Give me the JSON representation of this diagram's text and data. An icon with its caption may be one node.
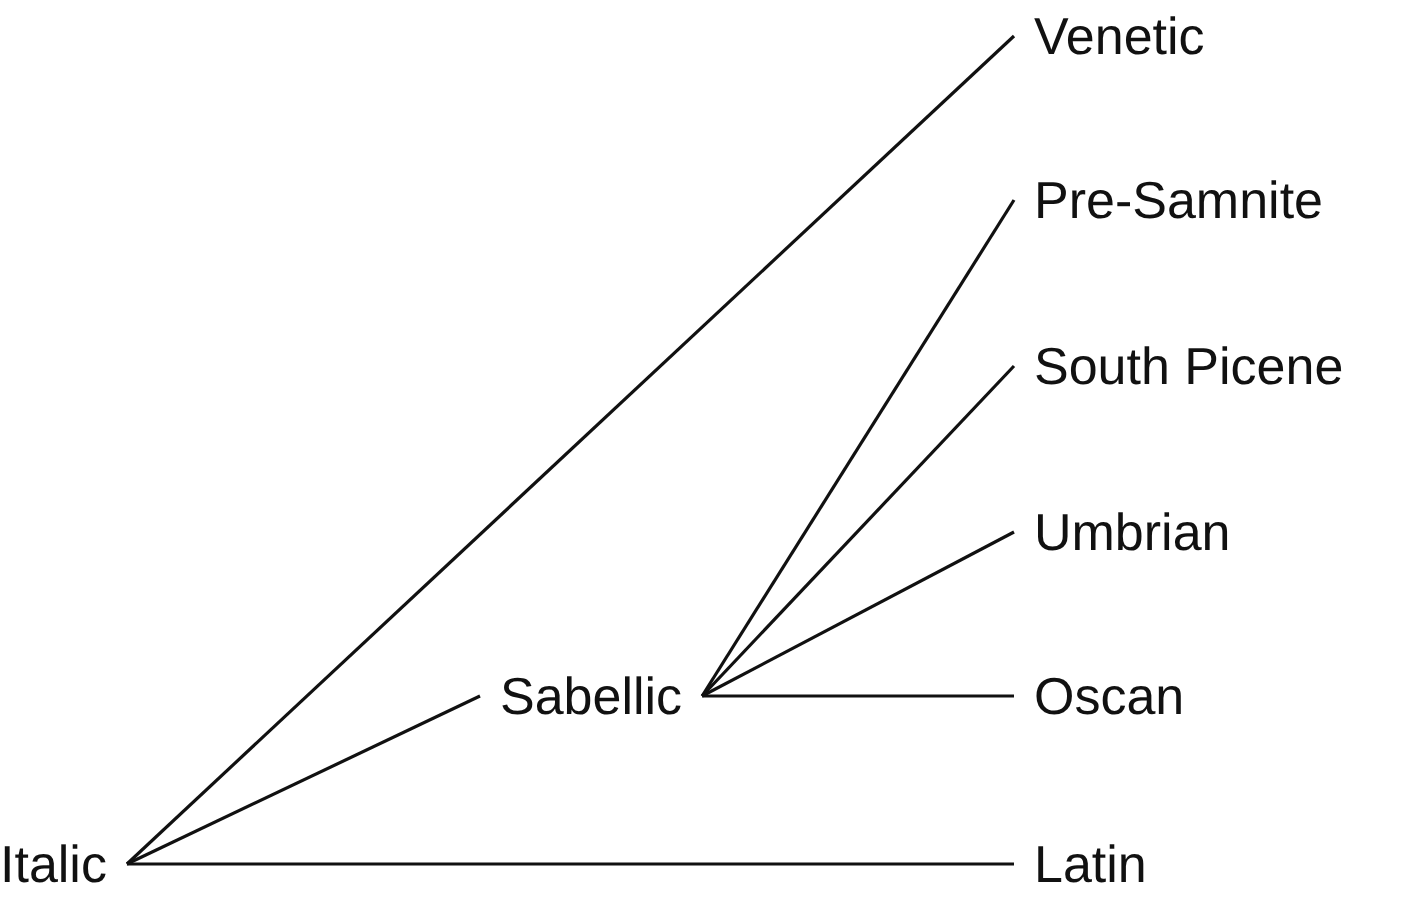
{
  "diagram": {
    "nodes": [
      {
        "text": [
          "Venetic"
        ]
      },
      {
        "text": [
          "Pre-Samnite"
        ]
      },
      {
        "text": [
          "South Picene"
        ]
      },
      {
        "text": [
          "Umbrian"
        ]
      },
      {
        "text": [
          "Sabellic"
        ]
      },
      {
        "text": [
          "Oscan"
        ]
      },
      {
        "text": [
          "Italic"
        ]
      },
      {
        "text": [
          "Latin"
        ]
      }
    ],
    "edges": [
      {
        "from": 6,
        "to": 0,
        "arrow": "none"
      },
      {
        "from": 6,
        "to": 4,
        "arrow": "none"
      },
      {
        "from": 6,
        "to": 7,
        "arrow": "none"
      },
      {
        "from": 4,
        "to": 1,
        "arrow": "none"
      },
      {
        "from": 4,
        "to": 2,
        "arrow": "none"
      },
      {
        "from": 4,
        "to": 3,
        "arrow": "none"
      },
      {
        "from": 4,
        "to": 5,
        "arrow": "none"
      }
    ]
  }
}
